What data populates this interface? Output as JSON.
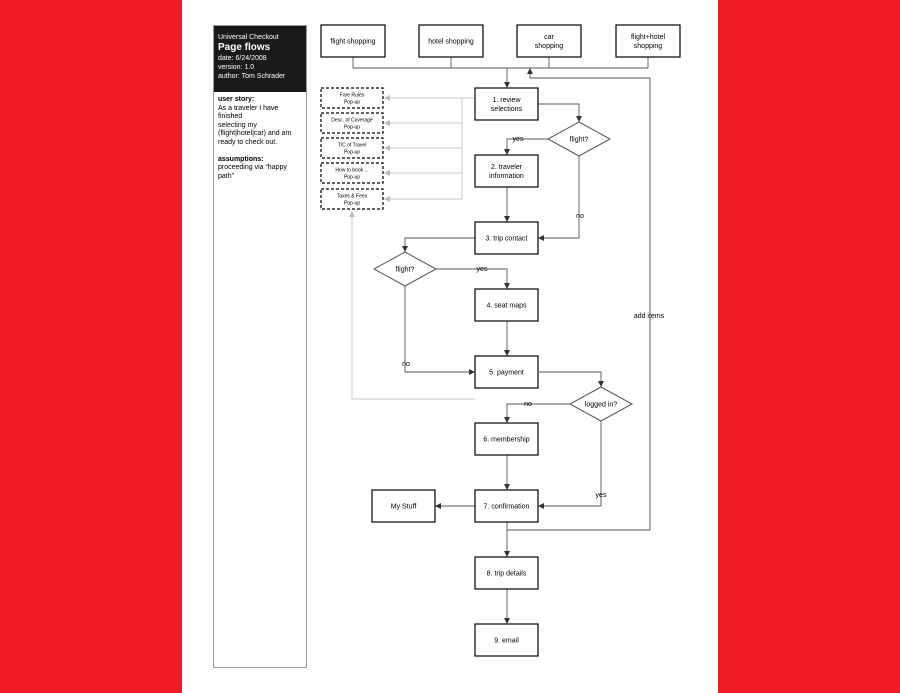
{
  "header": {
    "app": "Universal Checkout",
    "title": "Page flows",
    "date": "date: 6/24/2008",
    "version": "version: 1.0",
    "author": "author: Tom Schrader"
  },
  "notes": {
    "story_label": "user story:",
    "story_lines": [
      "As a traveler I have finished",
      "selecting my",
      "(flight|hotel|car) and am",
      "ready to check out."
    ],
    "assumptions_label": "assumptions:",
    "assumptions_text": "proceeding via “happy path”"
  },
  "entry_points": [
    [
      "flight shopping"
    ],
    [
      "hotel shopping"
    ],
    [
      "car",
      "shopping"
    ],
    [
      "flight+hotel",
      "shopping"
    ]
  ],
  "popups": [
    {
      "title": "Fare Rules",
      "sub": "Pop-up"
    },
    {
      "title": "Desc. of Coverage",
      "sub": "Pop-up"
    },
    {
      "title": "T/C of Travel",
      "sub": "Pop-up"
    },
    {
      "title": "How to book ...",
      "sub": "Pop-up"
    },
    {
      "title": "Taxes & Fees",
      "sub": "Pop-up"
    }
  ],
  "steps": {
    "review": [
      "1. review",
      "selections"
    ],
    "traveler": [
      "2. traveler",
      "information"
    ],
    "contact": [
      "3. trip contact"
    ],
    "seat": [
      "4. seat maps"
    ],
    "payment": [
      "5. payment"
    ],
    "membership": [
      "6. membership"
    ],
    "confirmation": [
      "7. confirmation"
    ],
    "mystuff": [
      "My Stuff"
    ],
    "details": [
      "8. trip details"
    ],
    "email": [
      "9. email"
    ]
  },
  "decisions": {
    "flight1": "flight?",
    "flight2": "flight?",
    "logged": "logged in?"
  },
  "edge_labels": {
    "yes1": "yes",
    "no1": "no",
    "yes2": "yes",
    "no2": "no",
    "no3": "no",
    "yes3": "yes",
    "add": "add items"
  }
}
